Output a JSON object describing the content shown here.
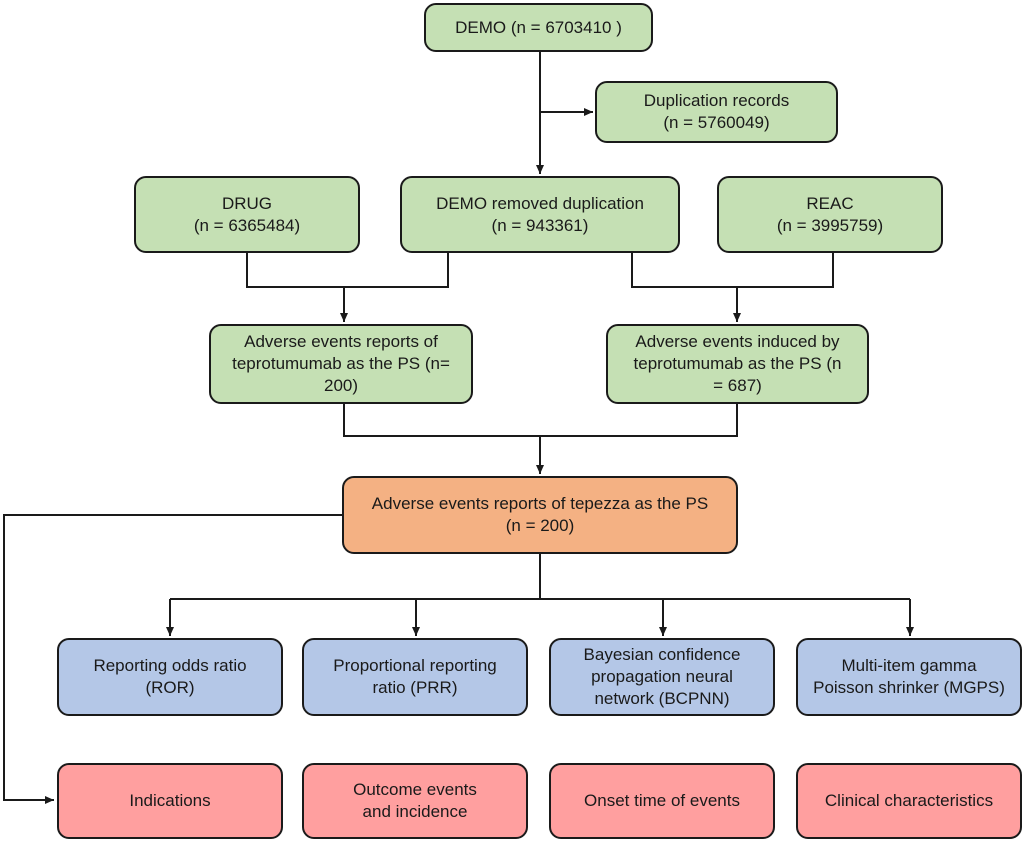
{
  "nodes": {
    "demo": [
      "DEMO (n = 6703410 )"
    ],
    "duplication": [
      "Duplication records",
      "(n = 5760049)"
    ],
    "drug": [
      "DRUG",
      "(n = 6365484)"
    ],
    "demo_removed": [
      "DEMO removed duplication",
      "(n = 943361)"
    ],
    "reac": [
      "REAC",
      "(n = 3995759)"
    ],
    "ae_reports": [
      "Adverse events reports of",
      "teprotumumab as the PS (n=",
      "200)"
    ],
    "ae_induced": [
      "Adverse events induced by",
      "teprotumumab as the PS (n",
      "= 687)"
    ],
    "tepezza": [
      "Adverse events reports of tepezza as the PS",
      "(n = 200)"
    ],
    "ror": [
      "Reporting odds ratio",
      "(ROR)"
    ],
    "prr": [
      "Proportional reporting",
      "ratio (PRR)"
    ],
    "bcpnn": [
      "Bayesian confidence",
      "propagation neural",
      "network (BCPNN)"
    ],
    "mgps": [
      "Multi-item gamma",
      "Poisson shrinker (MGPS)"
    ],
    "indications": [
      "Indications"
    ],
    "outcome": [
      "Outcome events",
      "and incidence"
    ],
    "onset": [
      "Onset time of events"
    ],
    "clinical": [
      "Clinical characteristics"
    ]
  },
  "colors": {
    "green": "#c5e0b4",
    "orange": "#f4b183",
    "blue": "#b4c7e7",
    "pink": "#ff9f9f",
    "line": "#1a1a1a"
  }
}
